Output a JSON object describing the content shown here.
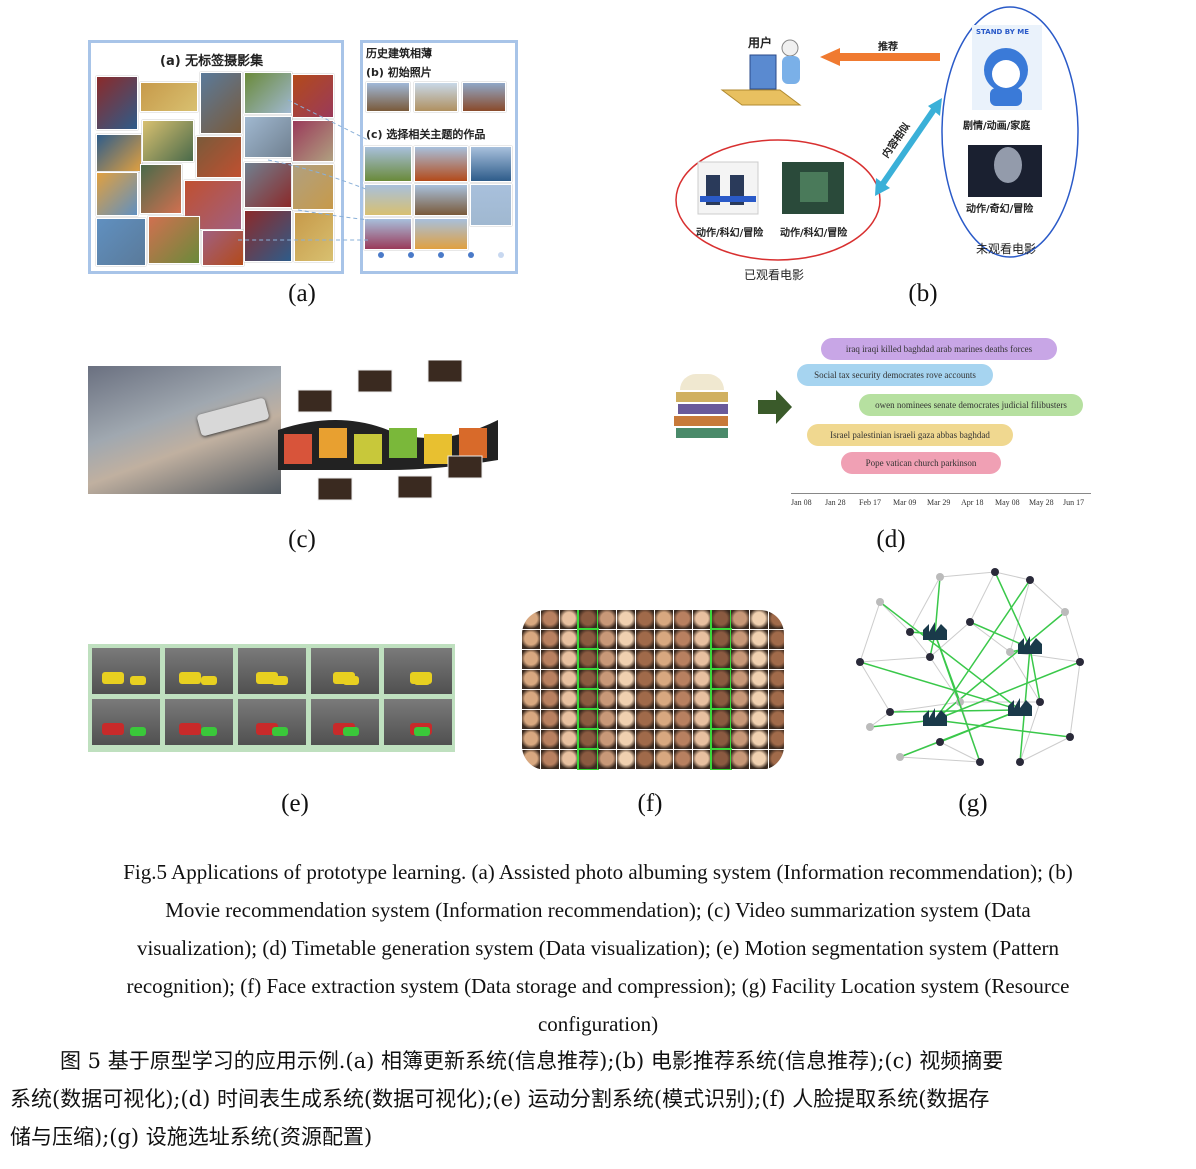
{
  "panel_a": {
    "left_title": "(a) 无标签摄影集",
    "right_title": "历史建筑相薄",
    "sub_b": "(b) 初始照片",
    "sub_c": "(c) 选择相关主题的作品",
    "label": "(a)",
    "colors": [
      "#8b2a2a",
      "#c79a4a",
      "#5a7a9a",
      "#6a8a3a",
      "#b34a1a",
      "#2e5c8a",
      "#d8c070",
      "#7a5a3a",
      "#a0b8d0",
      "#9a3a5a",
      "#e0a040",
      "#4a6a4a",
      "#c05030",
      "#708090",
      "#b0a080",
      "#6090c0",
      "#d07050",
      "#a06080"
    ]
  },
  "panel_b": {
    "user": "用户",
    "recommend": "推荐",
    "similar": "内容相似",
    "genre_top": "剧情/动画/家庭",
    "genre_right": "动作/奇幻/冒险",
    "genre_1": "动作/科幻/冒险",
    "genre_2": "动作/科幻/冒险",
    "watched": "已观看电影",
    "unwatched": "未观看电影",
    "poster_text": "STAND BY ME",
    "label": "(b)"
  },
  "panel_c": {
    "label": "(c)",
    "film_colors": [
      "#d8543a",
      "#e8a030",
      "#c8c83a",
      "#7ab83a",
      "#e8c030",
      "#d86a2a"
    ]
  },
  "panel_d": {
    "label": "(d)",
    "topics": [
      {
        "text": "iraq iraqi killed baghdad arab marines deaths forces",
        "color": "#c8a6e6"
      },
      {
        "text": "Social tax security democrates rove accounts",
        "color": "#a6d4f0"
      },
      {
        "text": "owen nominees senate democrates judicial filibusters",
        "color": "#b6e0a0"
      },
      {
        "text": "Israel palestinian israeli gaza abbas baghdad",
        "color": "#f0d890"
      },
      {
        "text": "Pope vatican church parkinson",
        "color": "#f0a0b4"
      }
    ],
    "axis": [
      "Jan 08",
      "Jan 28",
      "Feb 17",
      "Mar 09",
      "Mar 29",
      "Apr 18",
      "May 08",
      "May 28",
      "Jun 17"
    ]
  },
  "panel_e": {
    "label": "(e)"
  },
  "panel_f": {
    "label": "(f)"
  },
  "panel_g": {
    "label": "(g)"
  },
  "caption_en": "Fig.5 Applications of prototype learning. (a) Assisted photo albuming system (Information recommendation); (b) Movie recommendation system (Information recommendation); (c) Video summarization system (Data visualization); (d) Timetable generation system (Data visualization); (e) Motion segmentation system (Pattern recognition); (f) Face extraction system (Data storage and compression); (g) Facility Location system (Resource configuration)",
  "caption_en_lines": [
    "Fig.5    Applications of prototype learning. (a) Assisted photo albuming system (Information recommendation); (b)",
    "Movie recommendation system (Information recommendation); (c) Video summarization system (Data",
    "visualization); (d) Timetable generation system (Data visualization); (e) Motion segmentation system (Pattern",
    "recognition); (f) Face extraction system (Data storage and compression); (g) Facility Location system (Resource",
    "configuration)"
  ],
  "caption_cn_lines": [
    "图 5   基于原型学习的应用示例.(a) 相簿更新系统(信息推荐);(b) 电影推荐系统(信息推荐);(c) 视频摘要",
    "系统(数据可视化);(d) 时间表生成系统(数据可视化);(e) 运动分割系统(模式识别);(f) 人脸提取系统(数据存",
    "储与压缩);(g) 设施选址系统(资源配置)"
  ]
}
